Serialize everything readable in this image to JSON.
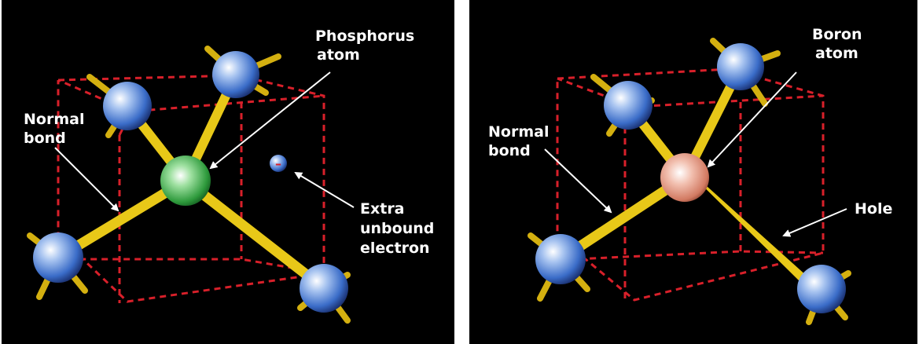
{
  "left_diagram": {
    "dopant_label_line1": "Phosphorus",
    "dopant_label_line2": "atom",
    "bond_label_line1": "Normal",
    "bond_label_line2": "bond",
    "electron_label_line1": "Extra",
    "electron_label_line2": "unbound",
    "electron_label_line3": "electron",
    "electron_symbol": "–",
    "dopant_color": "#3aa84a",
    "lattice_atom_color": "#4a7fd6"
  },
  "right_diagram": {
    "dopant_label_line1": "Boron",
    "dopant_label_line2": "atom",
    "bond_label_line1": "Normal",
    "bond_label_line2": "bond",
    "hole_label": "Hole",
    "dopant_color": "#e0907a",
    "lattice_atom_color": "#4a7fd6"
  },
  "colors": {
    "background": "#000000",
    "bond": "#e8c818",
    "lattice_lines": "#d8202a",
    "label_text": "#ffffff"
  }
}
